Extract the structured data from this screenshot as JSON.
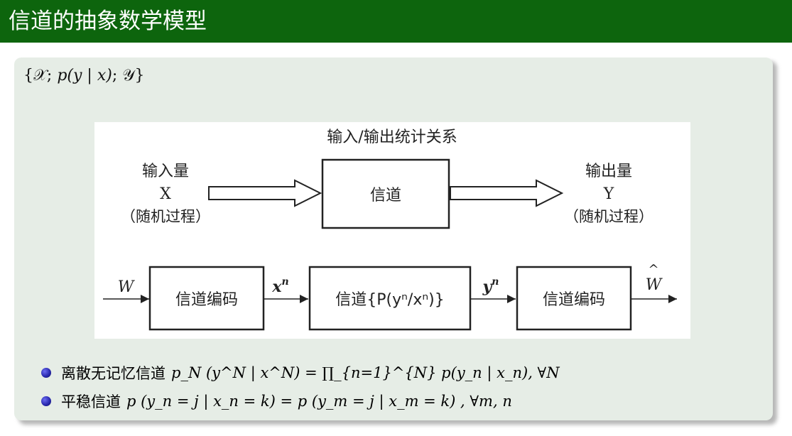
{
  "slide": {
    "title": "信道的抽象数学模型"
  },
  "colors": {
    "title_bar": "#0d650d",
    "block_bg": "#e6ede6",
    "bullet": "#3434c8"
  },
  "set_notation": {
    "open": "{",
    "x_set": "𝒳",
    "sep1": ";",
    "channel": "p(y | x)",
    "sep2": ";",
    "y_set": "𝒴",
    "close": "}"
  },
  "figure": {
    "top": {
      "caption": "输入/输出统计关系",
      "input_label": "输入量",
      "input_symbol": "X",
      "input_process": "（随机过程）",
      "channel": "信道",
      "output_label": "输出量",
      "output_symbol": "Y",
      "output_process": "（随机过程）"
    },
    "bottom": {
      "message_in": "W",
      "encoder": "信道编码",
      "codeword": "x",
      "codeword_sup": "n",
      "channel": "信道{P(yⁿ/xⁿ)}",
      "received": "y",
      "received_sup": "n",
      "decoder": "信道编码",
      "estimate": "W",
      "estimate_hat": "^"
    }
  },
  "bullets": [
    {
      "term": "离散无记忆信道",
      "formula": "p_N (y^N | x^N) = ∏_{n=1}^{N} p(y_n | x_n), ∀N"
    },
    {
      "term": "平稳信道",
      "formula": "p (y_n = j | x_n = k) = p (y_m = j | x_m = k) , ∀m, n"
    }
  ]
}
